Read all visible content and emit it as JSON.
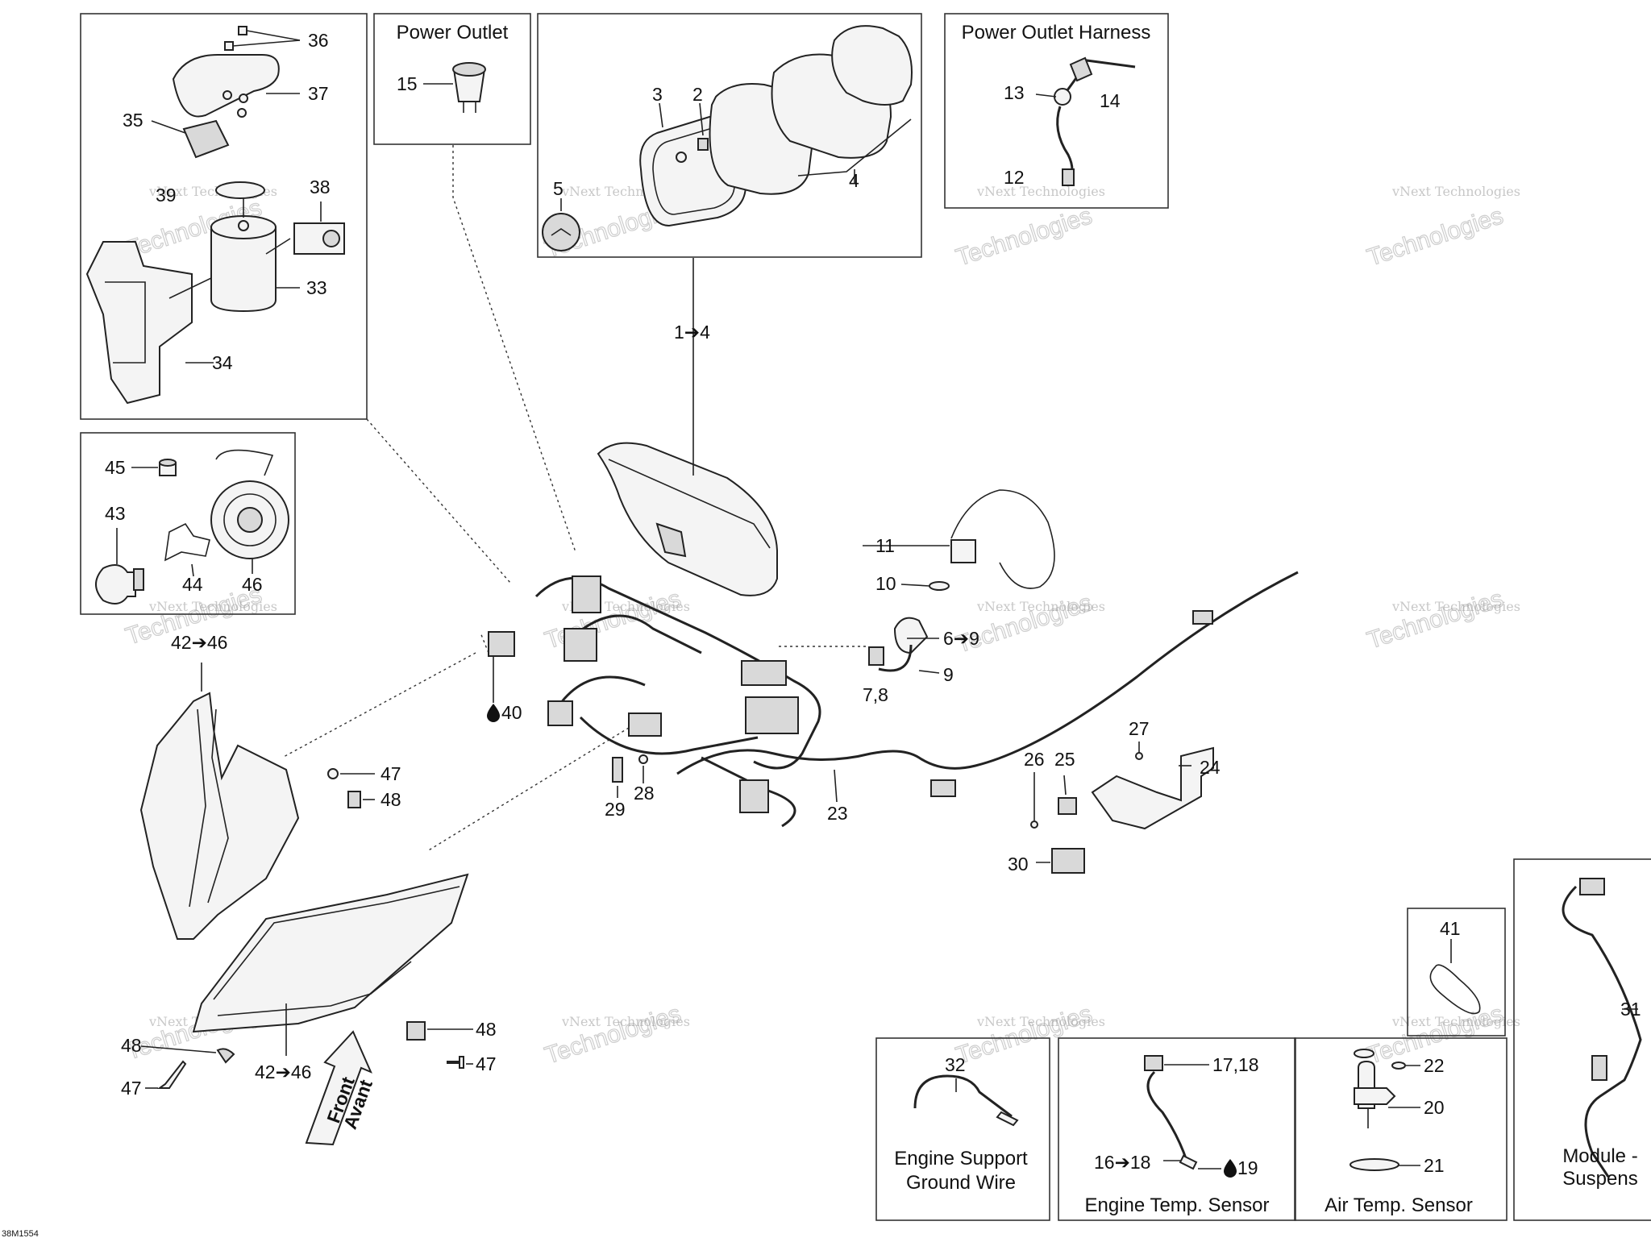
{
  "diagram_id": "38M1554",
  "boxes": {
    "power_outlet": "Power Outlet",
    "power_outlet_harness": "Power Outlet Harness",
    "engine_support_ground_wire": [
      "Engine Support",
      "Ground Wire"
    ],
    "engine_temp_sensor": "Engine Temp. Sensor",
    "air_temp_sensor": "Air Temp. Sensor",
    "module": [
      "Module -",
      "Suspens"
    ]
  },
  "front_arrow": [
    "Front",
    "Avant"
  ],
  "watermark": {
    "line1": "vNext Technologies",
    "line2": "Technologies",
    "line3": "vNext"
  },
  "labels": {
    "l1_4": "1➔4",
    "l2": "2",
    "l3": "3",
    "l4": "4",
    "l5": "5",
    "l6_9": "6➔9",
    "l7_8": "7,8",
    "l9": "9",
    "l10": "10",
    "l11": "11",
    "l12": "12",
    "l13": "13",
    "l14": "14",
    "l15": "15",
    "l16_18": "16➔18",
    "l17_18": "17,18",
    "l19": "19",
    "l20": "20",
    "l21": "21",
    "l22": "22",
    "l23": "23",
    "l24": "24",
    "l25": "25",
    "l26": "26",
    "l27": "27",
    "l28": "28",
    "l29": "29",
    "l30": "30",
    "l31": "31",
    "l32": "32",
    "l33": "33",
    "l34": "34",
    "l35": "35",
    "l36": "36",
    "l37": "37",
    "l38": "38",
    "l39": "39",
    "l40": "40",
    "l41": "41",
    "l42_46a": "42➔46",
    "l42_46b": "42➔46",
    "l43": "43",
    "l44": "44",
    "l45": "45",
    "l46": "46",
    "l47a": "47",
    "l47b": "47",
    "l47c": "47",
    "l48a": "48",
    "l48b": "48",
    "l48c": "48"
  }
}
